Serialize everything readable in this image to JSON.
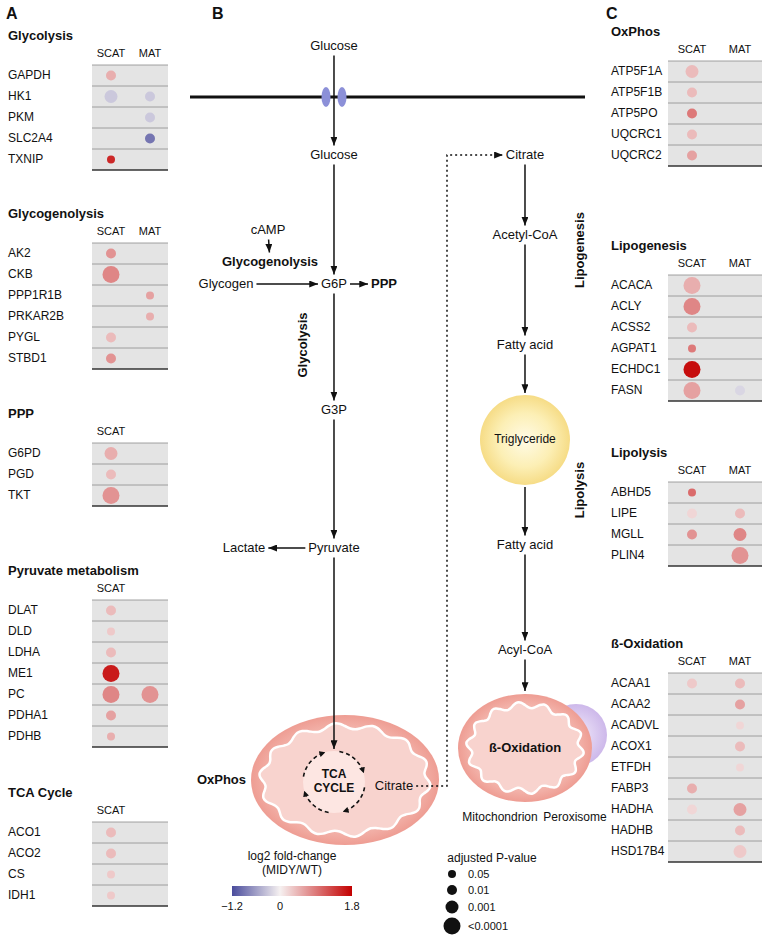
{
  "diagram": {
    "nodes": [
      {
        "text": [
          "Glucose"
        ]
      },
      {
        "text": [
          "Glucose"
        ]
      },
      {
        "text": [
          "cAMP"
        ]
      },
      {
        "text": [
          "Glycogenolysis"
        ]
      },
      {
        "text": [
          "Glycogen"
        ]
      },
      {
        "text": [
          "G6P"
        ]
      },
      {
        "text": [
          "PPP"
        ]
      },
      {
        "text": [
          "G3P"
        ]
      },
      {
        "text": [
          "Lactate"
        ]
      },
      {
        "text": [
          "Pyruvate"
        ]
      },
      {
        "text": [
          "OxPhos"
        ]
      },
      {
        "text": [
          "TCA CYCLE"
        ],
        "in": 10
      },
      {
        "text": [
          "Citrate"
        ],
        "in": 10
      },
      {
        "text": [
          "Citrate"
        ]
      },
      {
        "text": [
          "Acetyl-CoA"
        ]
      },
      {
        "text": [
          "Fatty acid"
        ]
      },
      {
        "text": [
          "Triglyceride"
        ]
      },
      {
        "text": [
          "Fatty acid"
        ]
      },
      {
        "text": [
          "Acyl-CoA"
        ]
      },
      {
        "text": [
          "ß-Oxidation",
          "Mitochondrion"
        ]
      },
      {
        "text": [
          "Peroxisome"
        ]
      }
    ],
    "edges": [
      {
        "from": 0,
        "to": 1,
        "arrow": "to"
      },
      {
        "from": 1,
        "to": 5,
        "arrow": "to"
      },
      {
        "from": 2,
        "to": 3,
        "arrow": "to"
      },
      {
        "from": 4,
        "to": 5,
        "arrow": "to"
      },
      {
        "from": 5,
        "to": 6,
        "arrow": "to"
      },
      {
        "from": 5,
        "to": 7,
        "arrow": "to"
      },
      {
        "from": 7,
        "to": 9,
        "arrow": "to"
      },
      {
        "from": 9,
        "to": 8,
        "arrow": "to"
      },
      {
        "from": 9,
        "to": 11,
        "arrow": "to"
      },
      {
        "from": 12,
        "to": 13,
        "arrow": "to"
      },
      {
        "from": 13,
        "to": 14,
        "arrow": "to"
      },
      {
        "from": 14,
        "to": 15,
        "arrow": "to"
      },
      {
        "from": 15,
        "to": 16,
        "arrow": "to"
      },
      {
        "from": 16,
        "to": 17,
        "arrow": "to"
      },
      {
        "from": 17,
        "to": 18,
        "arrow": "to"
      },
      {
        "from": 18,
        "to": 19,
        "arrow": "to"
      }
    ],
    "labels": [
      "A",
      "Glycolysis",
      "SCAT",
      "MAT",
      "GAPDH",
      "HK1",
      "PKM",
      "SLC2A4",
      "TXNIP",
      "Glycogenolysis",
      "SCAT",
      "MAT",
      "AK2",
      "CKB",
      "PPP1R1B",
      "PRKAR2B",
      "PYGL",
      "STBD1",
      "PPP",
      "SCAT",
      "G6PD",
      "PGD",
      "TKT",
      "Pyruvate metabolism",
      "SCAT",
      "DLAT",
      "DLD",
      "LDHA",
      "ME1",
      "PC",
      "PDHA1",
      "PDHB",
      "TCA Cycle",
      "SCAT",
      "ACO1",
      "ACO2",
      "CS",
      "IDH1",
      "B",
      "Glycolysis",
      "Lipogenesis",
      "Lipolysis",
      "log2 fold-change (MIDY/WT)",
      "−1.2",
      "0",
      "1.8",
      "adjusted P-value",
      "C",
      "OxPhos",
      "SCAT",
      "MAT",
      "ATP5F1A",
      "ATP5F1B",
      "ATP5PO",
      "UQCRC1",
      "UQCRC2",
      "Lipogenesis",
      "SCAT",
      "MAT",
      "ACACA",
      "ACLY",
      "ACSS2",
      "AGPAT1",
      "ECHDC1",
      "FASN",
      "Lipolysis",
      "SCAT",
      "MAT",
      "ABHD5",
      "LIPE",
      "MGLL",
      "PLIN4",
      "ß-Oxidation",
      "SCAT",
      "MAT",
      "ACAA1",
      "ACAA2",
      "ACADVL",
      "ACOX1",
      "ETFDH",
      "FABP3",
      "HADHA",
      "HADHB",
      "HSD17B4"
    ],
    "legend": [
      {
        "text": "0.05"
      },
      {
        "text": "0.01"
      },
      {
        "text": "0.001"
      },
      {
        "text": "<0.0001"
      }
    ]
  }
}
